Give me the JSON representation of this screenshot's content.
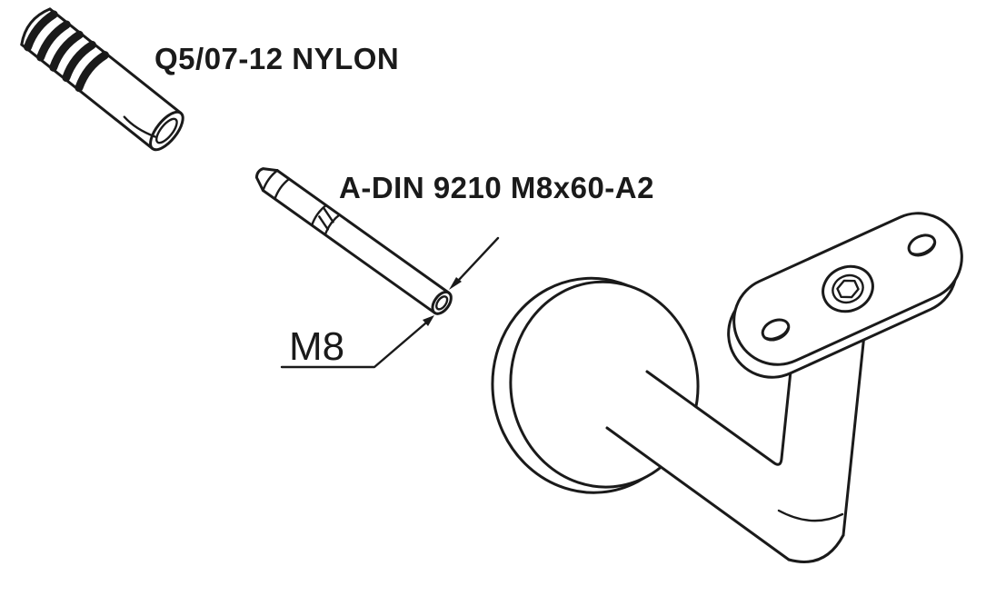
{
  "page": {
    "background": "#ffffff",
    "line_color": "#1a1a1a"
  },
  "labels": {
    "plug": "Q5/07-12 NYLON",
    "stud": "A-DIN 9210 M8x60-A2",
    "dimension": "M8"
  },
  "parts": [
    {
      "name": "nylon-wall-plug",
      "label": "Q5/07-12 NYLON"
    },
    {
      "name": "threaded-stud",
      "label": "A-DIN 9210 M8x60-A2",
      "dimension": "M8"
    },
    {
      "name": "handrail-bracket",
      "label": ""
    }
  ]
}
